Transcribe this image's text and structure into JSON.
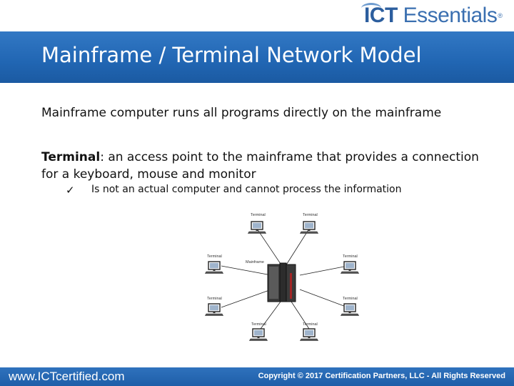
{
  "header": {
    "logo_ict": "ICT",
    "logo_rest": " Essentials",
    "logo_tm": "®"
  },
  "slide": {
    "title": "Mainframe / Terminal Network Model",
    "line1": "Mainframe computer runs all programs directly on the mainframe",
    "terminal_term": "Terminal",
    "terminal_def": ": an access point to the mainframe that provides a connection for a keyboard, mouse and monitor",
    "bullet_mark": "✓",
    "bullet_text": "Is not an actual computer and cannot process the information"
  },
  "diagram": {
    "center_label": "Mainframe",
    "terminal_label": "Terminal"
  },
  "footer": {
    "website": "www.ICTcertified.com",
    "copyright": "Copyright © 2017 Certification Partners, LLC - All Rights Reserved"
  },
  "colors": {
    "title_bar": "#2166b3",
    "footer_bar": "#1e5ea8",
    "logo": "#3a6fb0",
    "mainframe_accent": "#a22525"
  }
}
